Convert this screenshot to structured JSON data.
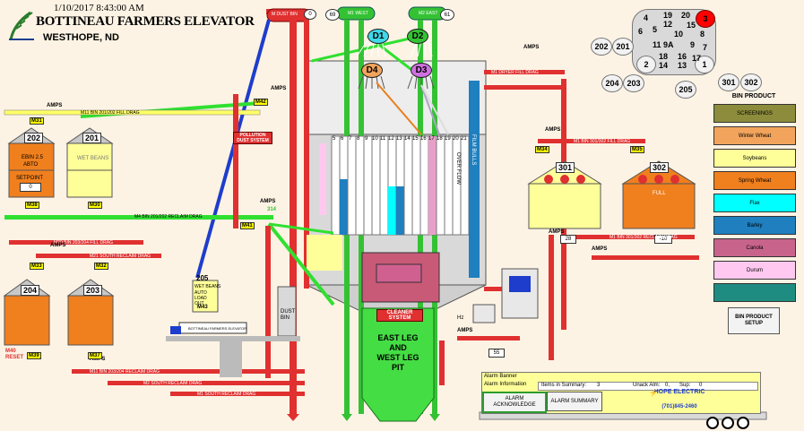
{
  "header": {
    "datetime": "1/10/2017 8:43:00 AM",
    "company": "BOTTINEAU FARMERS ELEVATOR",
    "location": "WESTHOPE, ND"
  },
  "legend": {
    "title": "BIN PRODUCT",
    "items": [
      {
        "label": "SCREENINGS",
        "color": "#8c8c3c"
      },
      {
        "label": "Winter Wheat",
        "color": "#f2a45c"
      },
      {
        "label": "Soybeans",
        "color": "#ffff99"
      },
      {
        "label": "Spring Wheat",
        "color": "#f07f1e"
      },
      {
        "label": "Flax",
        "color": "#00ffff"
      },
      {
        "label": "Barley",
        "color": "#1f7fbf"
      },
      {
        "label": "Canola",
        "color": "#c8648c"
      },
      {
        "label": "Durum",
        "color": "#ffc8f0"
      },
      {
        "label": "",
        "color": "#1f8c82"
      }
    ],
    "setup_button": "BIN PRODUCT SETUP"
  },
  "bin_grid": {
    "cells": [
      "4",
      "19",
      "20",
      "3",
      "5",
      "12",
      "10",
      "8",
      "11",
      "9A",
      "9",
      "2",
      "18",
      "16",
      "1",
      "14",
      "13",
      "15",
      "17",
      "6",
      "7"
    ],
    "ovals": [
      "202",
      "201",
      "204",
      "203",
      "205",
      "301",
      "302"
    ]
  },
  "bins": {
    "b202": {
      "label": "202",
      "motor": "M31",
      "content": "EBIN 2.5",
      "mode": "ABTO",
      "setpoint_label": "SETPOINT",
      "setpoint": "0"
    },
    "b201": {
      "label": "201",
      "motor": "M30",
      "content": "WET BEANS"
    },
    "b204": {
      "label": "204",
      "motor": "M33",
      "reset": "M40 RESET"
    },
    "b203": {
      "label": "203",
      "motor": "M32"
    },
    "b205": {
      "label": "205",
      "content": "WET BEANS",
      "mode": "AUTO LOAD OUT",
      "motor": "M43"
    },
    "b301": {
      "label": "301",
      "motor": "M34",
      "value": "28"
    },
    "b302": {
      "label": "302",
      "motor": "M35",
      "content": "FULL",
      "value": "-10"
    }
  },
  "legs": {
    "west": {
      "label": "M1 WEST",
      "value": "69",
      "dist": "D1"
    },
    "east": {
      "label": "M2 EAST",
      "value": "61",
      "dist": "D2"
    },
    "dist3": "D3",
    "dist4": "D4",
    "dust": {
      "label": "M DUST BIN",
      "value": "0"
    }
  },
  "pit": {
    "line1": "EAST LEG",
    "line2": "AND",
    "line3": "WEST LEG",
    "line4": "PIT"
  },
  "cleaner": {
    "label": "CLEANER SYSTEM"
  },
  "tank_labels": [
    "5",
    "6",
    "7",
    "8",
    "9",
    "10",
    "11",
    "12",
    "13",
    "14",
    "15",
    "16",
    "17",
    "18",
    "19",
    "20",
    "21"
  ],
  "tank_text": [
    "OVER FLOW",
    "FILM BULLS"
  ],
  "dust_bin": "DUST BIN",
  "pollution": "POLLUTION DUST SYSTEM",
  "truck_label": "BOTTINEAU FARMERS ELEVATOR",
  "amps": "AMPS",
  "amps_value": "314",
  "drags": {
    "d11": "M11 BIN 201/202 FILL DRAG",
    "d4": "M4 BIN 201/202 RECLAIM DRAG",
    "d20": "M20 BIN 203/204 FILL DRAG",
    "d_south": "M21 SOUTH RECLAIM DRAG",
    "d301fill": "M1 BIN 301/302 FILL DRAG",
    "d301rec": "M1 BIN 301/302 RECLAIM DRAG",
    "d_dryer": "M1 DRYER FILL DRAG",
    "d_bot1": "M11 BIN 203/204 RECLAIM DRAG",
    "d_bot2": "M2 SOUTH RECLAIM DRAG",
    "d_bot3": "M1 SOUTH RECLAIM DRAG"
  },
  "misc": {
    "hz": "Hz",
    "speed": "55",
    "m42": "M42",
    "m38": "M38",
    "m39": "M39",
    "m37": "M37",
    "m41": "M41"
  },
  "alarm": {
    "banner": "Alarm Banner",
    "info": "Alarm Information",
    "items_label": "Items in Summary:",
    "items_value": "3",
    "unack": "Unack Alm:",
    "unack_value": "0,",
    "sup": "Sup:",
    "sup_value": "0",
    "ack_button": "ALARM ACKNOWLEDGE",
    "summary_button": "ALARM SUMMARY",
    "vendor": "HOPE ELECTRIC",
    "phone": "(701)845-2460"
  }
}
